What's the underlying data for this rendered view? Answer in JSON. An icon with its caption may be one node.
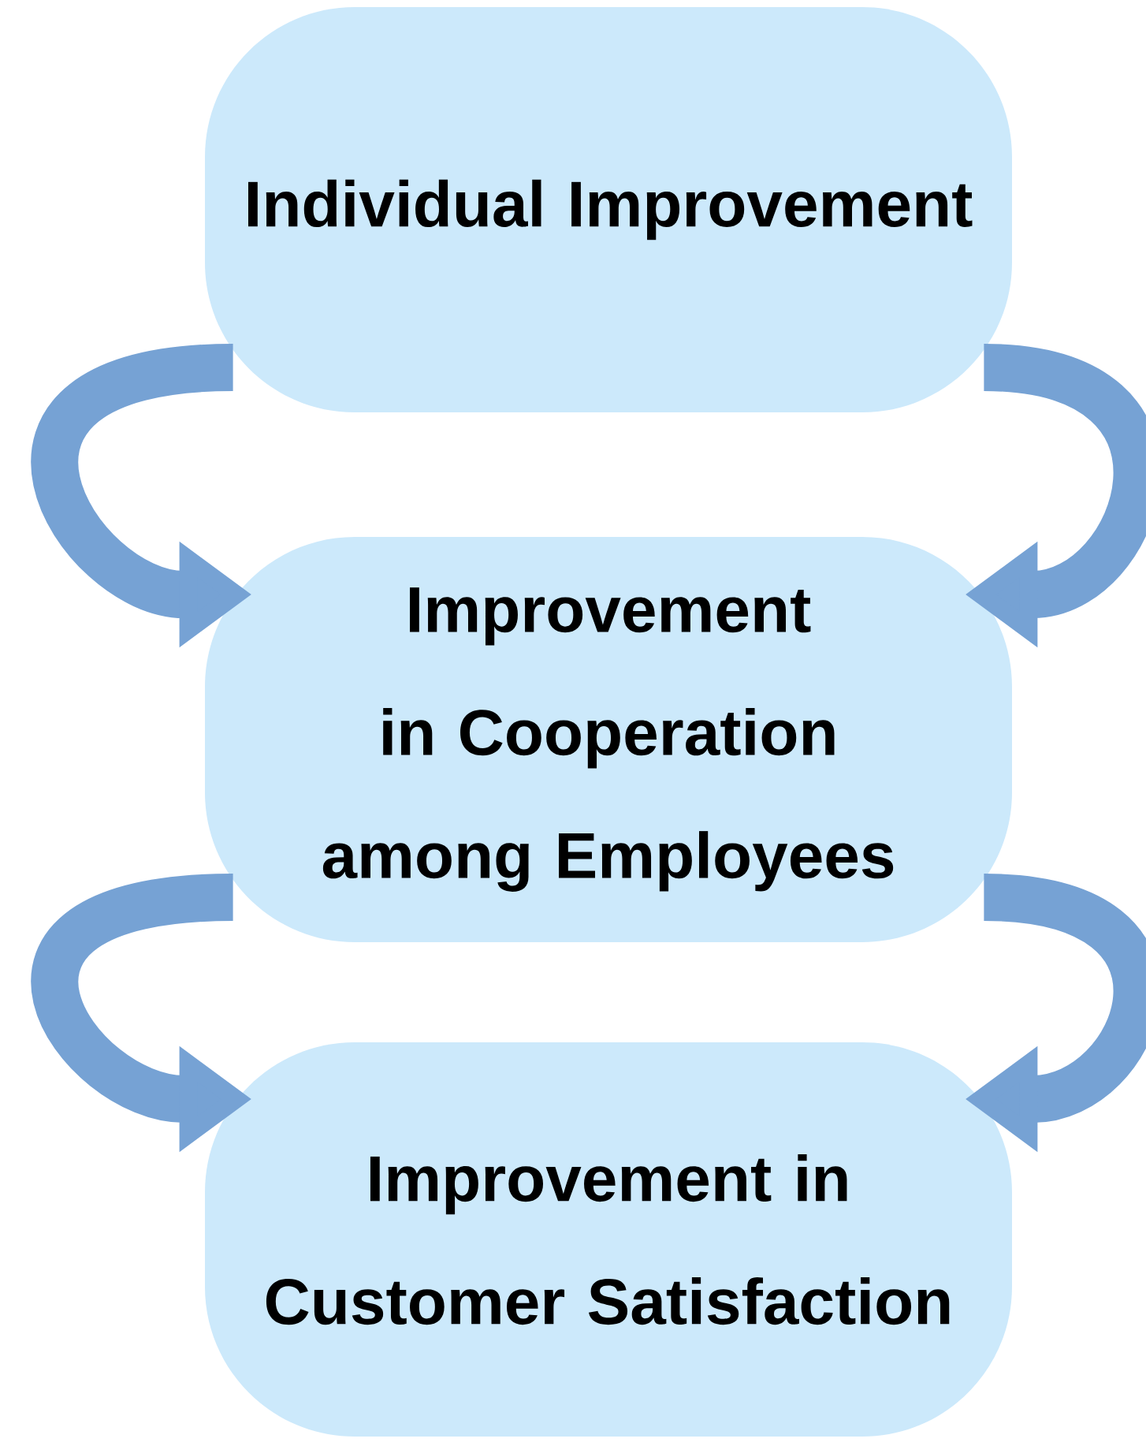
{
  "diagram": {
    "nodes": [
      {
        "text": [
          "Individual Improvement"
        ]
      },
      {
        "text": [
          "Improvement in Cooperation among Employees"
        ]
      },
      {
        "text": [
          "Improvement in Customer Satisfaction"
        ]
      }
    ],
    "edges": [
      {
        "from": 0,
        "to": 1,
        "arrow": "to"
      },
      {
        "from": 0,
        "to": 1,
        "arrow": "to"
      },
      {
        "from": 1,
        "to": 2,
        "arrow": "to"
      },
      {
        "from": 1,
        "to": 2,
        "arrow": "to"
      }
    ]
  }
}
